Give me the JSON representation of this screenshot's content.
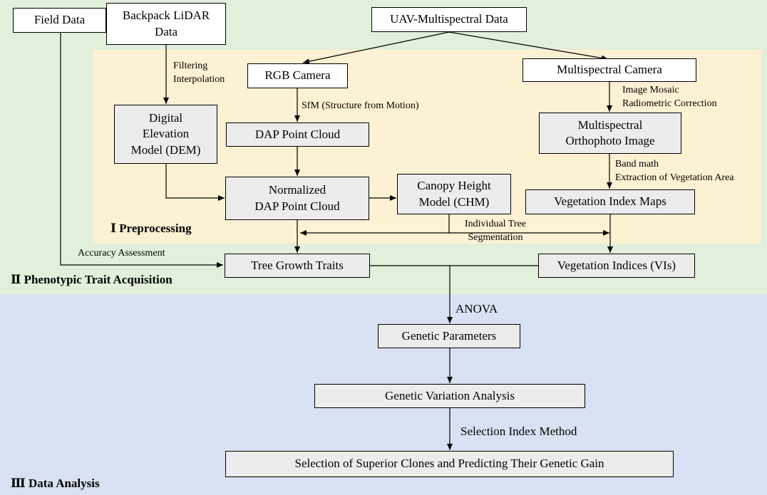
{
  "sections": {
    "preprocessing": "Ⅰ Preprocessing",
    "phenotypic": "Ⅱ Phenotypic Trait Acquisition",
    "analysis": "Ⅲ  Data Analysis"
  },
  "boxes": {
    "field_data": "Field Data",
    "backpack_lidar": [
      "Backpack LiDAR",
      "Data"
    ],
    "uav_multispectral": "UAV-Multispectral  Data",
    "rgb_camera": "RGB Camera",
    "multispectral_camera": "Multispectral Camera",
    "dem": [
      "Digital",
      "Elevation",
      "Model (DEM)"
    ],
    "dap_point_cloud": "DAP Point Cloud",
    "ortho_image": [
      "Multispectral",
      "Orthophoto Image"
    ],
    "normalized_dap": [
      "Normalized",
      "DAP Point Cloud"
    ],
    "chm": [
      "Canopy Height",
      "Model (CHM)"
    ],
    "vi_maps": "Vegetation  Index Maps",
    "tree_growth_traits": "Tree Growth Traits",
    "vegetation_indices": "Vegetation  Indices (VIs)",
    "genetic_parameters": "Genetic Parameters",
    "genetic_variation": "Genetic Variation Analysis",
    "selection_superior": "Selection of Superior Clones and Predicting Their Genetic Gain"
  },
  "labels": {
    "filtering": [
      "Filtering",
      "Interpolation"
    ],
    "sfm": "SfM (Structure from Motion)",
    "image_mosaic": [
      "Image Mosaic",
      "Radiometric Correction"
    ],
    "band_math": [
      "Band math",
      "Extraction of Vegetation Area"
    ],
    "individual_tree": [
      "Individual Tree",
      "Segmentation"
    ],
    "accuracy": "Accuracy Assessment",
    "anova": "ANOVA",
    "selection_index": "Selection Index Method"
  },
  "colors": {
    "preprocessing_bg": "#fdf1d3",
    "phenotypic_bg": "#e2efda",
    "analysis_bg": "#d9e2f2",
    "box_grey": "#ececec"
  }
}
